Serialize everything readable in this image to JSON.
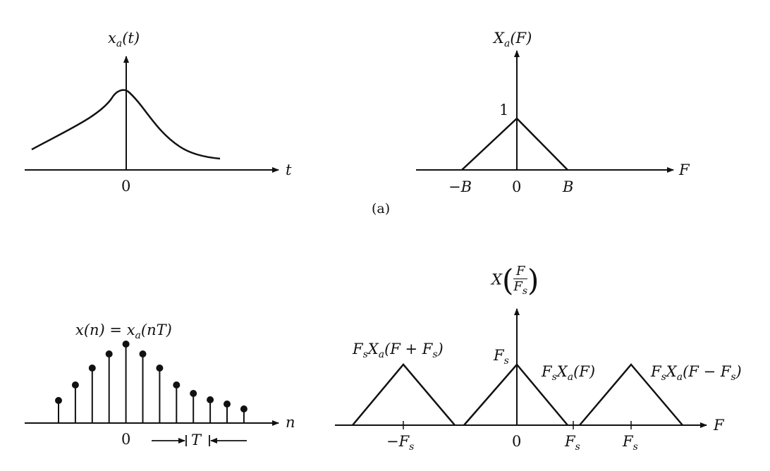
{
  "panel_a_left": {
    "function_label": "x",
    "function_sub": "a",
    "function_arg": "(t)",
    "horizontal_axis": "t",
    "origin_tick": "0"
  },
  "panel_a_right": {
    "function_label": "X",
    "function_sub": "a",
    "function_arg": "(F)",
    "horizontal_axis": "F",
    "peak_value": "1",
    "tick_neg": "−B",
    "tick_zero": "0",
    "tick_pos": "B"
  },
  "panel_caption": "(a)",
  "panel_b_left": {
    "sequence_label_x": "x(n) = x",
    "sequence_label_sub": "a",
    "sequence_label_arg": "(nT)",
    "horizontal_axis": "n",
    "origin_tick": "0",
    "spacing_label": "T",
    "sample_values": [
      0.32,
      0.54,
      0.78,
      0.98,
      1.12,
      0.98,
      0.78,
      0.54,
      0.42,
      0.33,
      0.27,
      0.2
    ]
  },
  "panel_b_right": {
    "function_label": "X",
    "frac_num": "F",
    "frac_den": "F",
    "frac_den_sub": "s",
    "horizontal_axis": "F",
    "peak_label": "F",
    "peak_label_sub": "s",
    "tick_neg_fs": "−F",
    "tick_neg_fs_sub": "s",
    "tick_zero": "0",
    "tick_fs": "F",
    "tick_fs_sub": "s",
    "tick_fs2": "F",
    "tick_fs2_sub": "s",
    "left_replica": {
      "pre": "F",
      "pre_sub": "s",
      "mid": "X",
      "mid_sub": "a",
      "arg": "(F + F",
      "arg_sub": "s",
      "close": ")"
    },
    "center_replica": {
      "pre": "F",
      "pre_sub": "s",
      "mid": "X",
      "mid_sub": "a",
      "arg": "(F)"
    },
    "right_replica": {
      "pre": "F",
      "pre_sub": "s",
      "mid": "X",
      "mid_sub": "a",
      "arg": "(F − F",
      "arg_sub": "s",
      "close": ")"
    }
  },
  "colors": {
    "ink": "#111111",
    "background": "#ffffff"
  }
}
